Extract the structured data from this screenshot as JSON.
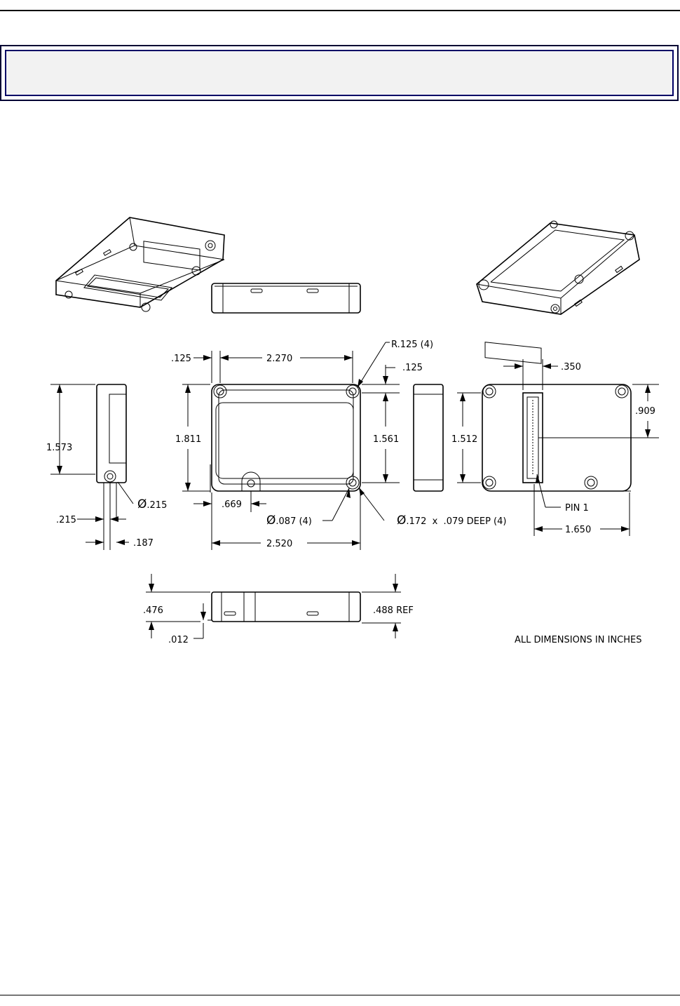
{
  "colors": {
    "banner_border": "#000066",
    "banner_fill": "#f2f2f2",
    "line": "#000000"
  },
  "dimensions": {
    "top_left_margin": ".125",
    "hole_spacing_width": "2.270",
    "corner_radius": "R.125 (4)",
    "top_right_margin": ".125",
    "connector_offset": ".350",
    "side_height": "1.573",
    "overall_height": "1.811",
    "hole_spacing_height": "1.561",
    "bottom_height": "1.512",
    "pin_offset": ".909",
    "side_hole_dia": ".215",
    "bottom_hole_offset": ".669",
    "side_width": ".215",
    "side_hole_pos": ".187",
    "mount_hole": ".087 (4)",
    "counterbore": ".172  x  .079 DEEP (4)",
    "pin_label": "PIN 1",
    "connector_width": "1.650",
    "overall_width": "2.520",
    "front_height": ".476",
    "front_ref_height": ".488 REF",
    "front_offset": ".012",
    "diameter_symbol": "Ø"
  },
  "note": "ALL DIMENSIONS IN INCHES"
}
